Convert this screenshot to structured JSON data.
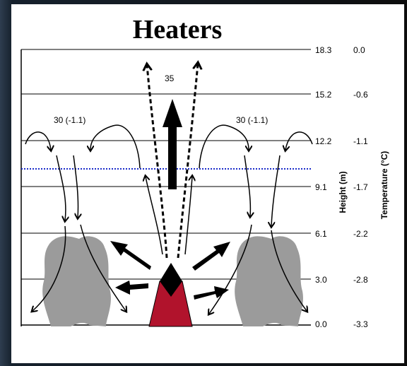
{
  "title": "Heaters",
  "height_axis": {
    "label": "Height (m)",
    "ticks": [
      "18.3",
      "15.2",
      "12.2",
      "9.1",
      "6.1",
      "3.0",
      "0.0"
    ]
  },
  "temperature_axis": {
    "label": "Temperature (°C)",
    "ticks": [
      "0.0",
      "-0.6",
      "-1.1",
      "-1.7",
      "-2.2",
      "-2.8",
      "-3.3"
    ]
  },
  "annotations": {
    "center_value": "35",
    "left_value": "30 (-1.1)",
    "right_value": "30 (-1.1)"
  },
  "colors": {
    "heater": "#b1132c",
    "tree": "#9b9b9b",
    "inversion_line": "#1a2bc9"
  }
}
